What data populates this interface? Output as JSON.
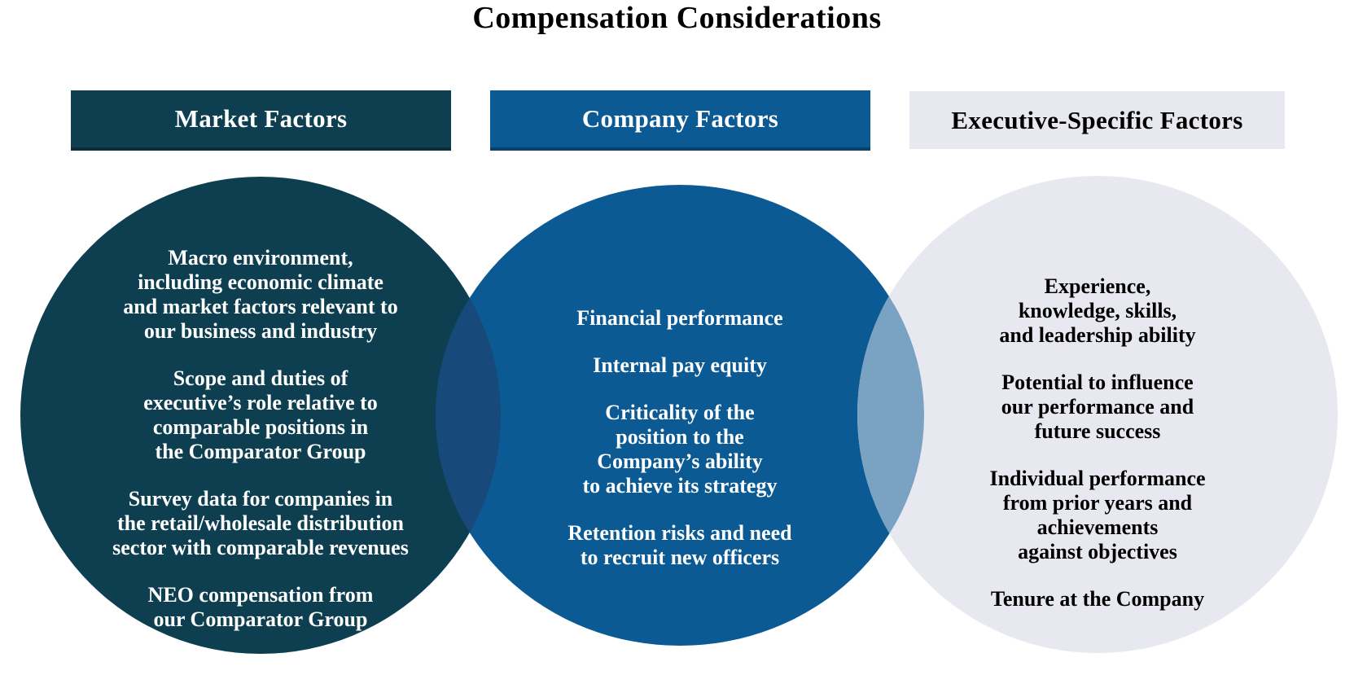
{
  "title": "Compensation Considerations",
  "colors": {
    "market": "#0e3f51",
    "company": "#0c5a94",
    "executive": "#e8e9f0",
    "overlap_market_company": "#17497a",
    "overlap_company_executive": "#7aa2c2",
    "text_light": "#ffffff",
    "text_dark": "#000000"
  },
  "columns": [
    {
      "id": "market",
      "header": "Market Factors",
      "items": [
        [
          "Macro environment,",
          "including economic climate",
          "and market factors relevant to",
          "our business and industry"
        ],
        [
          "Scope and duties of",
          "executive’s role relative to",
          "comparable positions in",
          "the Comparator Group"
        ],
        [
          "Survey data for companies in",
          "the retail/wholesale distribution",
          "sector with comparable revenues"
        ],
        [
          "NEO compensation from",
          "our Comparator Group"
        ]
      ]
    },
    {
      "id": "company",
      "header": "Company Factors",
      "items": [
        [
          "Financial performance"
        ],
        [
          "Internal pay equity"
        ],
        [
          "Criticality of the",
          "position to the",
          "Company’s ability",
          "to achieve its strategy"
        ],
        [
          "Retention risks and need",
          "to recruit new officers"
        ]
      ]
    },
    {
      "id": "executive",
      "header": "Executive-Specific Factors",
      "items": [
        [
          "Experience,",
          "knowledge, skills,",
          "and leadership ability"
        ],
        [
          "Potential to influence",
          "our performance and",
          "future success"
        ],
        [
          "Individual performance",
          "from prior years and",
          "achievements",
          "against objectives"
        ],
        [
          "Tenure at the Company"
        ]
      ]
    }
  ]
}
